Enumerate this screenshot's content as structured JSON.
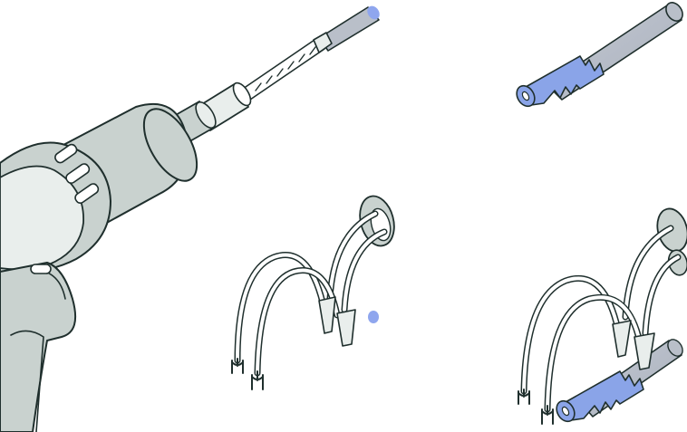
{
  "colors": {
    "outline": "#1f2f2d",
    "drill_body": "#c9d2cf",
    "drill_light": "#e9eeec",
    "hole_shaft": "#b9bfc9",
    "hole_highlight": "#8fa6ee",
    "anchor_blue": "#8aa4e8",
    "wire_fill": "#ffffff"
  },
  "panels": [
    {
      "name": "drill-into-wall",
      "icon": "power-drill-icon"
    },
    {
      "name": "insert-wall-anchor",
      "icon": "wall-anchor-icon"
    },
    {
      "name": "wires-through-hole",
      "icon": "wire-connector-icon"
    },
    {
      "name": "wires-with-anchor",
      "icon": "anchor-and-wires-icon"
    }
  ]
}
